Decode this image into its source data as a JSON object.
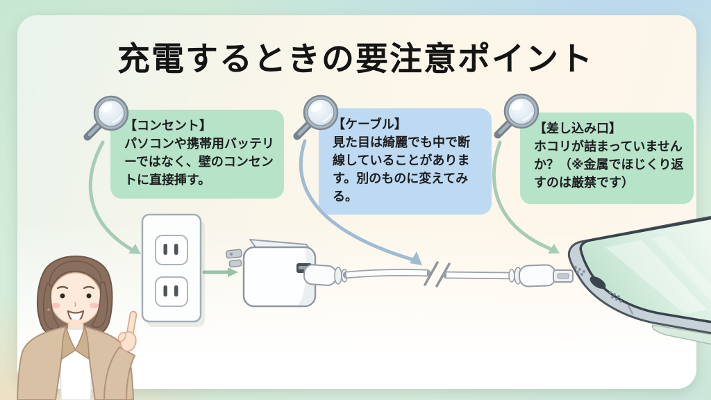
{
  "title": "充電するときの要注意ポイント",
  "callouts": [
    {
      "id": "outlet",
      "heading": "【コンセント】",
      "body": "パソコンや携帯用バッテリーではなく、壁のコンセントに直接挿す。",
      "bg": "#b7e3c9"
    },
    {
      "id": "cable",
      "heading": "【ケーブル】",
      "body": "見た目は綺麗でも中で断線していることがあります。別のものに変えてみる。",
      "bg": "#bedaf2"
    },
    {
      "id": "port",
      "heading": "【差し込み口】",
      "body": "ホコリが詰まっていませんか？（※金属でほじくり返すのは厳禁です）",
      "bg": "#b7e3c9"
    }
  ],
  "icons": {
    "callout_marker": "magnifying-glass"
  },
  "illustration": {
    "items": [
      "woman-presenter",
      "wall-outlet",
      "power-adapter",
      "usb-cable-with-break-mark",
      "smartphone-charging-port"
    ]
  },
  "colors": {
    "box_green": "#b7e3c9",
    "box_blue": "#bedaf2",
    "arrow_green": "#a6ccb6",
    "arrow_blue": "#9fbcd4",
    "arrow_flow": "#97c2a8",
    "card_cream": "#fdf6e9",
    "bg_mint": "#c8e7d3",
    "bg_blue": "#b7d6f1",
    "bg_peach": "#f8dbba"
  }
}
